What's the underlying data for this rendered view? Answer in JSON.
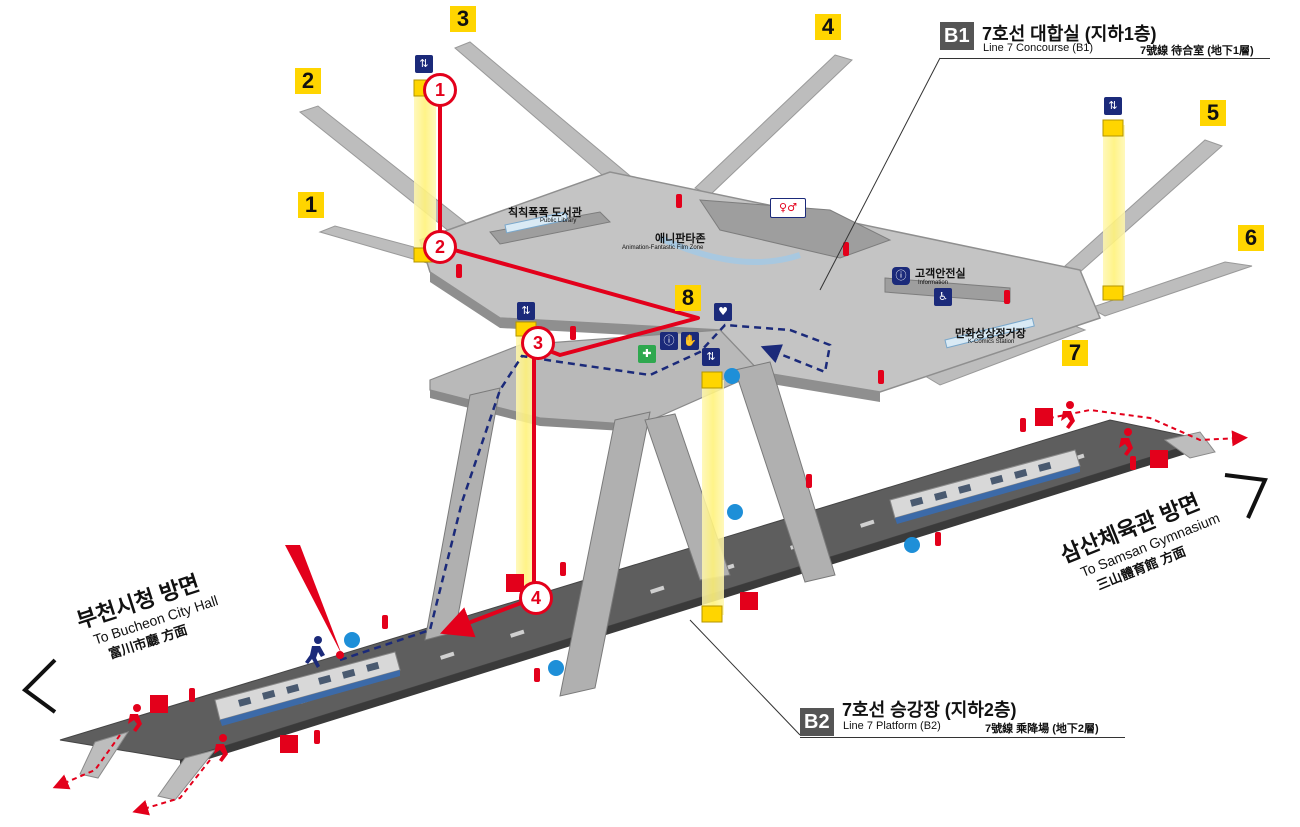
{
  "b1": {
    "badge": "B1",
    "title": "7호선 대합실 (지하1층)",
    "en": "Line 7 Concourse (B1)",
    "cn": "7號線 待合室 (地下1層)"
  },
  "b2": {
    "badge": "B2",
    "title": "7호선 승강장 (지하2층)",
    "en": "Line 7 Platform (B2)",
    "cn": "7號線 乘降場 (地下2層)"
  },
  "exits": [
    "1",
    "2",
    "3",
    "4",
    "5",
    "6",
    "7",
    "8"
  ],
  "route_steps": [
    "1",
    "2",
    "3",
    "4"
  ],
  "facilities": {
    "library": {
      "ko": "칙칙폭폭 도서관",
      "en": "Public Library"
    },
    "film_zone": {
      "ko": "애니판타존",
      "en": "Animation-Fantastic Film Zone"
    },
    "info_center": {
      "ko": "고객안전실",
      "en": "Information"
    },
    "comics": {
      "ko": "만화상상정거장",
      "en": "K-Comics Station"
    }
  },
  "directions": {
    "left": {
      "ko": "부천시청 방면",
      "en": "To Bucheon City Hall",
      "cn": "富川市廳 方面"
    },
    "right": {
      "ko": "삼산체육관 방면",
      "en": "To Samsan Gymnasium",
      "cn": "三山體育館 方面"
    }
  },
  "icons": {
    "elevator": "elevator-icon",
    "restroom": "restroom-icon",
    "info": "info-icon",
    "first_aid": "first-aid-icon",
    "sos": "sos-phone-icon",
    "extinguisher": "fire-extinguisher-icon",
    "emergency_exit": "emergency-exit-icon",
    "wheelchair": "wheelchair-icon",
    "nursing": "nursing-room-icon"
  },
  "colors": {
    "route": "#e3001b",
    "dashed_route": "#1b2a7a",
    "exit_box": "#ffd500",
    "elevator_shaft": "#fff3a0",
    "level_badge": "#555555"
  }
}
